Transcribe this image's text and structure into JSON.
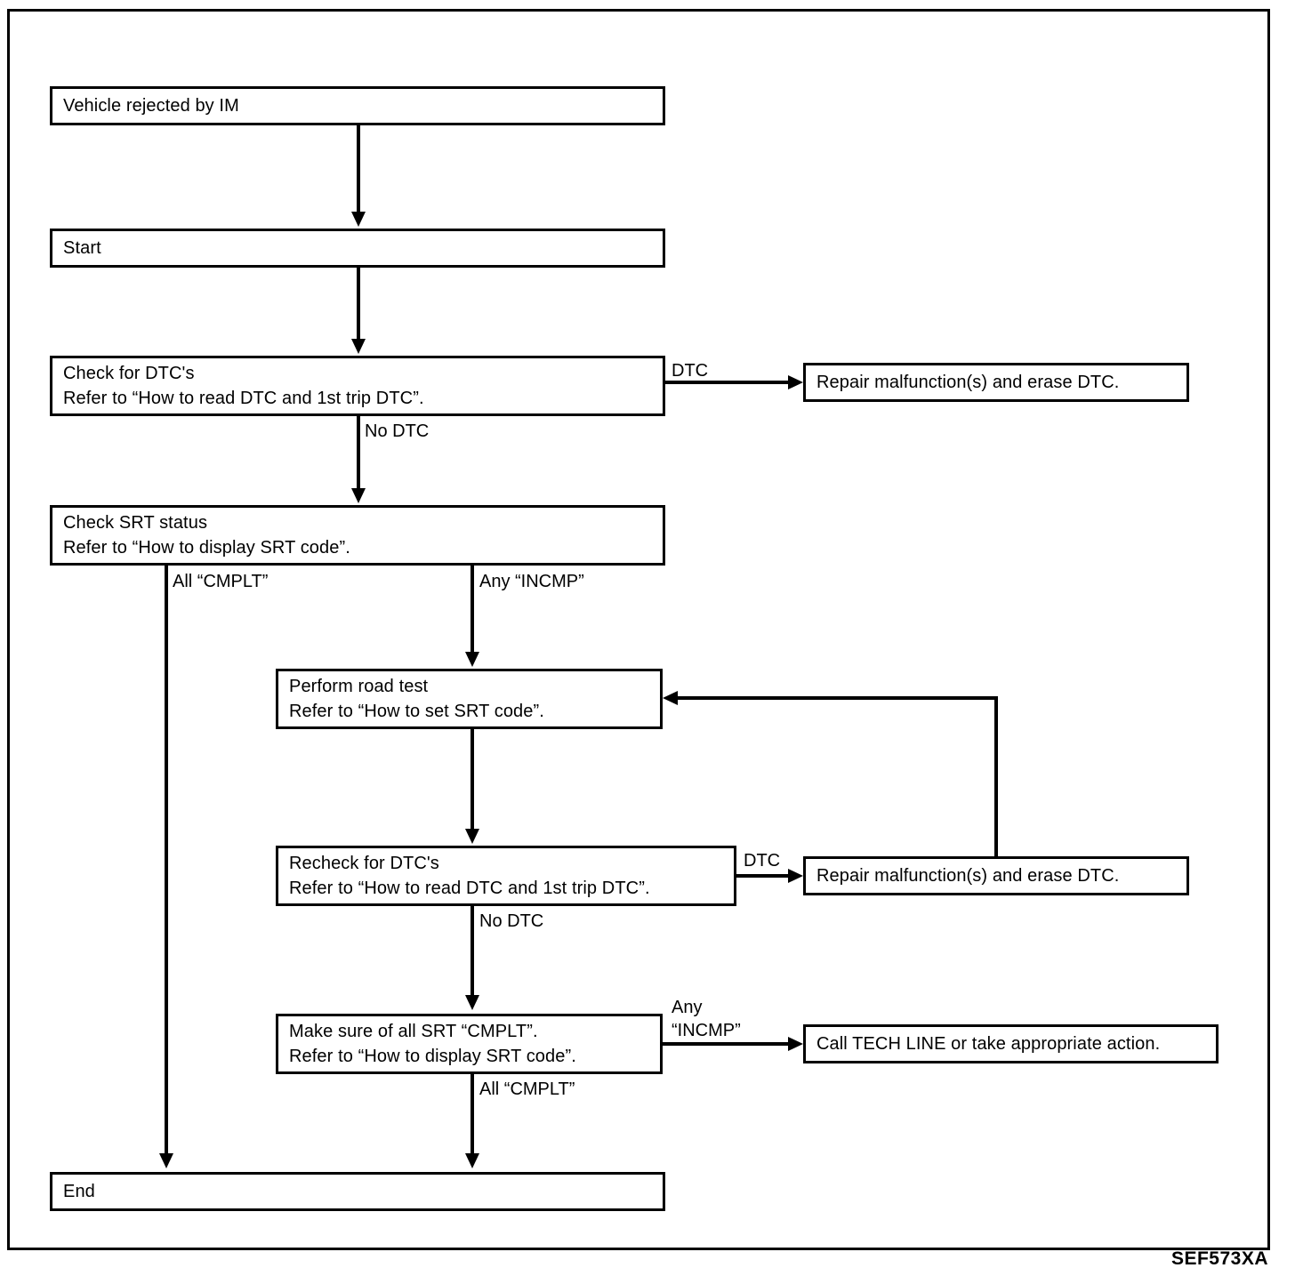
{
  "figure": {
    "code": "SEF573XA",
    "type": "flowchart"
  },
  "nodes": {
    "vehicle_rejected": {
      "line1": "Vehicle rejected by IM"
    },
    "start": {
      "line1": "Start"
    },
    "check_dtc": {
      "line1": "Check for DTC's",
      "line2": "Refer to “How to read DTC and 1st trip DTC”."
    },
    "repair_top": {
      "line1": "Repair malfunction(s) and erase DTC."
    },
    "check_srt": {
      "line1": "Check SRT status",
      "line2": "Refer to “How to display SRT code”."
    },
    "road_test": {
      "line1": "Perform road test",
      "line2": "Refer to “How to set SRT code”."
    },
    "recheck_dtc": {
      "line1": "Recheck for DTC's",
      "line2": "Refer to “How to read DTC and 1st trip DTC”."
    },
    "repair_bottom": {
      "line1": "Repair malfunction(s) and erase DTC."
    },
    "make_sure_srt": {
      "line1": "Make sure of all SRT “CMPLT”.",
      "line2": "Refer to “How to display SRT code”."
    },
    "tech_line": {
      "line1": "Call TECH LINE or take appropriate action."
    },
    "end": {
      "line1": "End"
    }
  },
  "edge_labels": {
    "dtc_top": "DTC",
    "no_dtc_top": "No DTC",
    "all_cmplt_left": "All “CMPLT”",
    "any_incmp_mid": "Any “INCMP”",
    "dtc_bottom": "DTC",
    "no_dtc_bottom": "No DTC",
    "any_incmp_bottom_l1": "Any",
    "any_incmp_bottom_l2": "“INCMP”",
    "all_cmplt_bottom": "All “CMPLT”"
  },
  "colors": {
    "ink": "#000000",
    "paper": "#ffffff"
  }
}
